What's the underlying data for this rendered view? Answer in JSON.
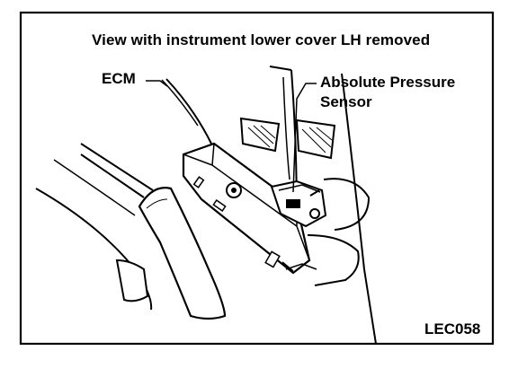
{
  "figure": {
    "caption": "View with instrument lower cover LH removed",
    "reference_code": "LEC058"
  },
  "labels": {
    "ecm": "ECM",
    "absolute_pressure_sensor_line1": "Absolute Pressure",
    "absolute_pressure_sensor_line2": "Sensor"
  },
  "colors": {
    "ink": "#000000",
    "paper": "#ffffff"
  }
}
